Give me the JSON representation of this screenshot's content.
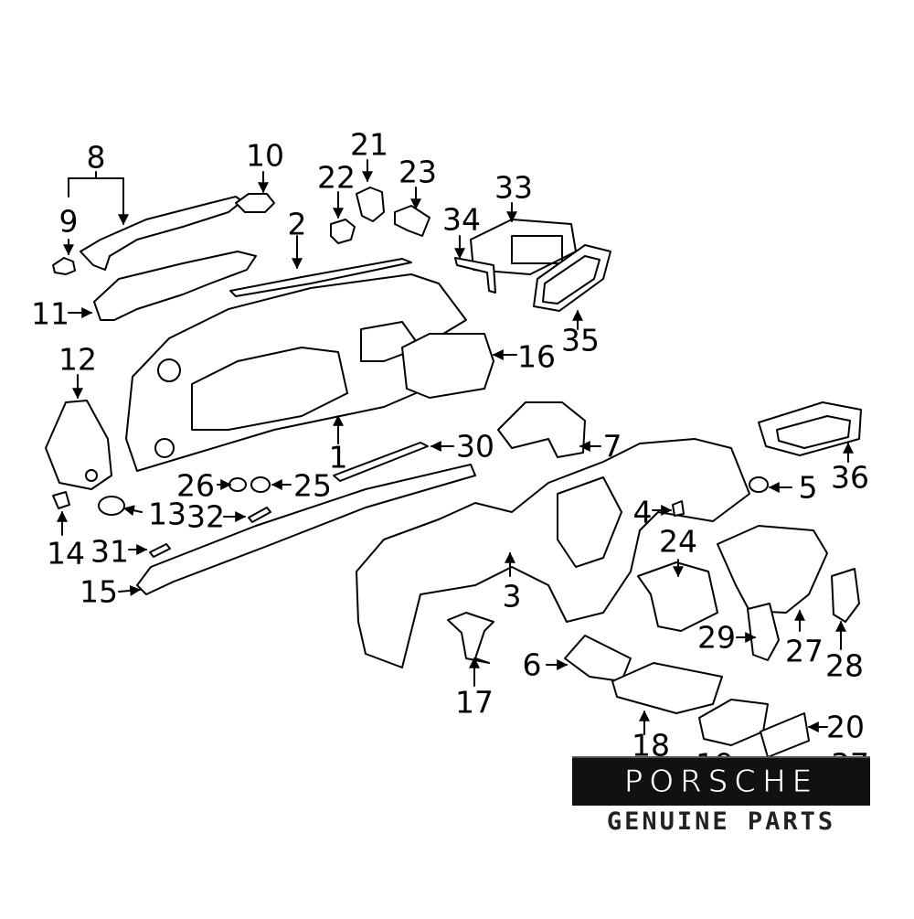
{
  "colors": {
    "line": "#000000",
    "fill": "#ffffff",
    "shade": "#d9d9d9",
    "badge_bg": "#111111",
    "badge_text": "#ffffff"
  },
  "callouts": {
    "n1": "1",
    "n2": "2",
    "n3": "3",
    "n4": "4",
    "n5": "5",
    "n6": "6",
    "n7": "7",
    "n8": "8",
    "n9": "9",
    "n10": "10",
    "n11": "11",
    "n12": "12",
    "n13": "13",
    "n14": "14",
    "n15": "15",
    "n16": "16",
    "n17": "17",
    "n18": "18",
    "n19": "19",
    "n20": "20",
    "n21": "21",
    "n22": "22",
    "n23": "23",
    "n24": "24",
    "n25": "25",
    "n26": "26",
    "n27": "27",
    "n28": "28",
    "n29": "29",
    "n30": "30",
    "n31": "31",
    "n32": "32",
    "n33": "33",
    "n34": "34",
    "n35": "35",
    "n36": "36",
    "n37": "37"
  },
  "brand": {
    "wordmark": "PORSCHE",
    "tagline": "GENUINE PARTS"
  }
}
